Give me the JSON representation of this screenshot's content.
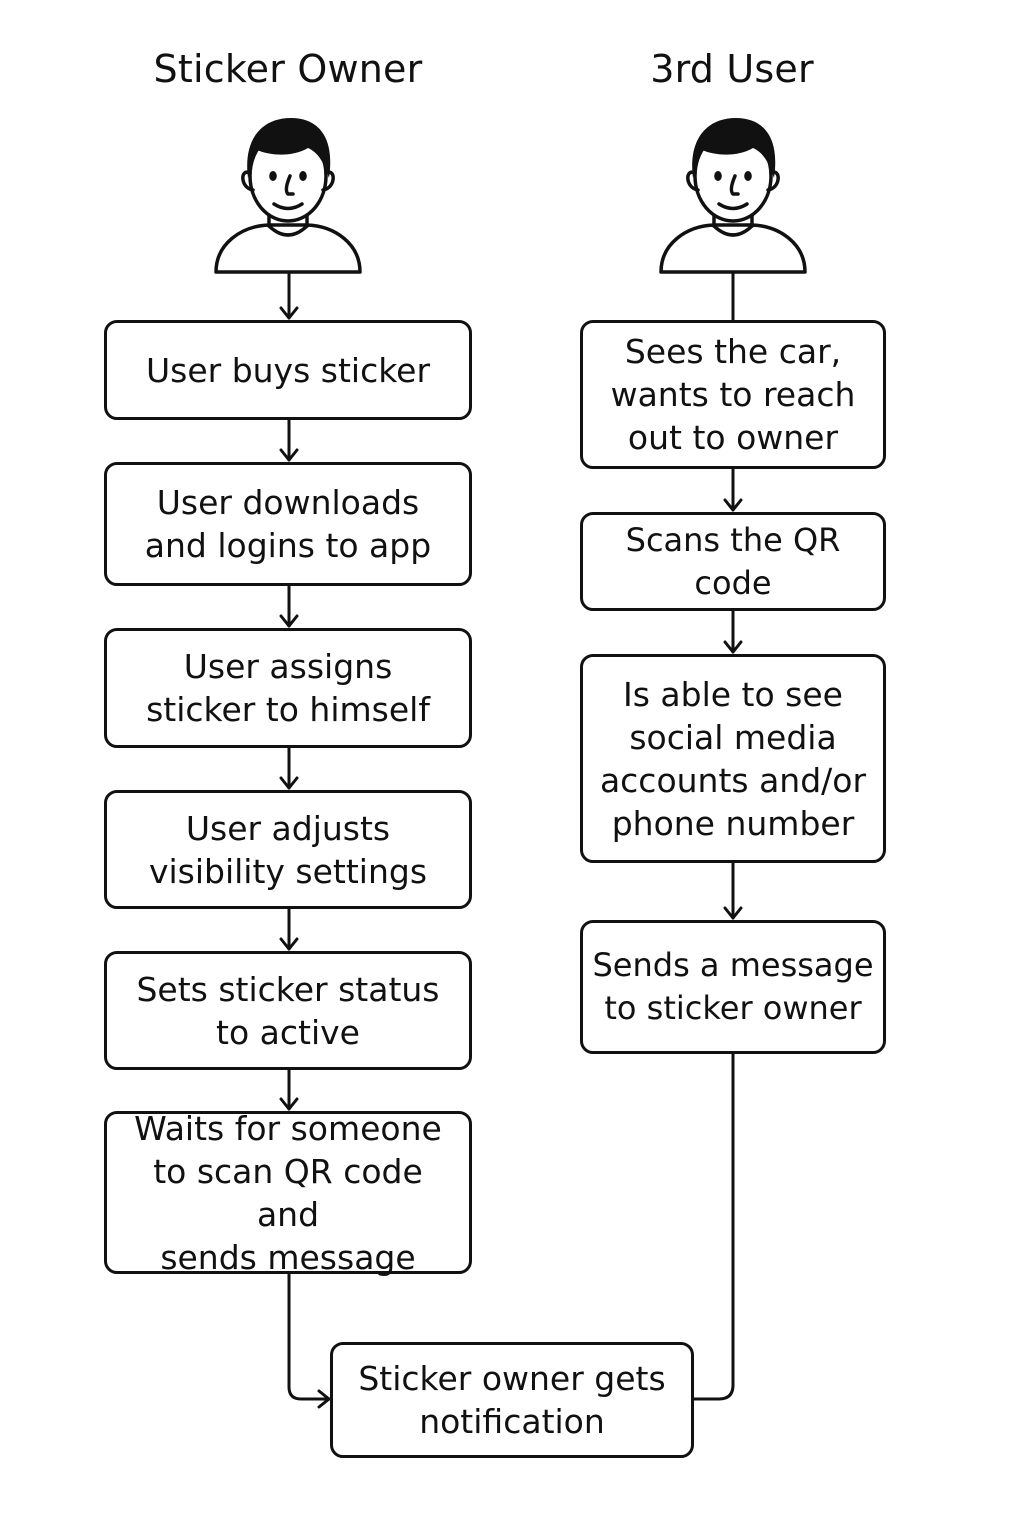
{
  "lanes": {
    "left": {
      "title": "Sticker Owner"
    },
    "right": {
      "title": "3rd User"
    }
  },
  "owner_steps": [
    {
      "label": "User buys sticker"
    },
    {
      "label": "User downloads\nand logins to app"
    },
    {
      "label": "User assigns\nsticker to himself"
    },
    {
      "label": "User adjusts\nvisibility settings"
    },
    {
      "label": "Sets sticker status\nto active"
    },
    {
      "label": "Waits for someone\nto scan QR code and\nsends message"
    }
  ],
  "third_user_steps": [
    {
      "label": "Sees the car,\nwants to reach\nout to owner"
    },
    {
      "label": "Scans the QR code"
    },
    {
      "label": "Is able to see\nsocial media\naccounts and/or\nphone number"
    },
    {
      "label": "Sends a message\nto sticker owner"
    }
  ],
  "final_step": {
    "label": "Sticker owner gets\nnotification"
  },
  "colors": {
    "stroke": "#111111",
    "background": "#ffffff"
  },
  "icons": {
    "actor": "person-avatar-icon",
    "arrow": "arrow-head-icon"
  }
}
